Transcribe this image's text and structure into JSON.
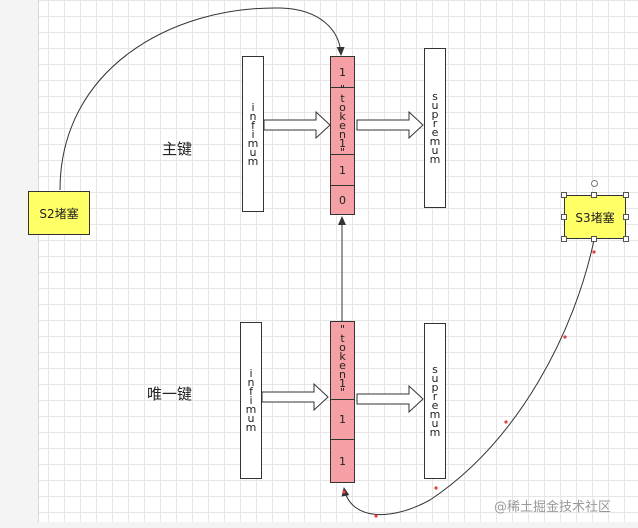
{
  "top": {
    "label": "主键",
    "infimum": "infimum",
    "supremum": "supremum",
    "record": [
      "1",
      "\"token1\"",
      "1",
      "0"
    ]
  },
  "bottom": {
    "label": "唯一键",
    "infimum": "infimum",
    "supremum": "supremum",
    "record": [
      "\"token1\"",
      "1",
      "1"
    ]
  },
  "notes": {
    "s2": "S2堵塞",
    "s3": "S3堵塞"
  },
  "watermark": "@稀土掘金技术社区",
  "colors": {
    "record_fill": "#f4a0a4",
    "note_fill": "#ffff66",
    "stroke": "#333333"
  }
}
